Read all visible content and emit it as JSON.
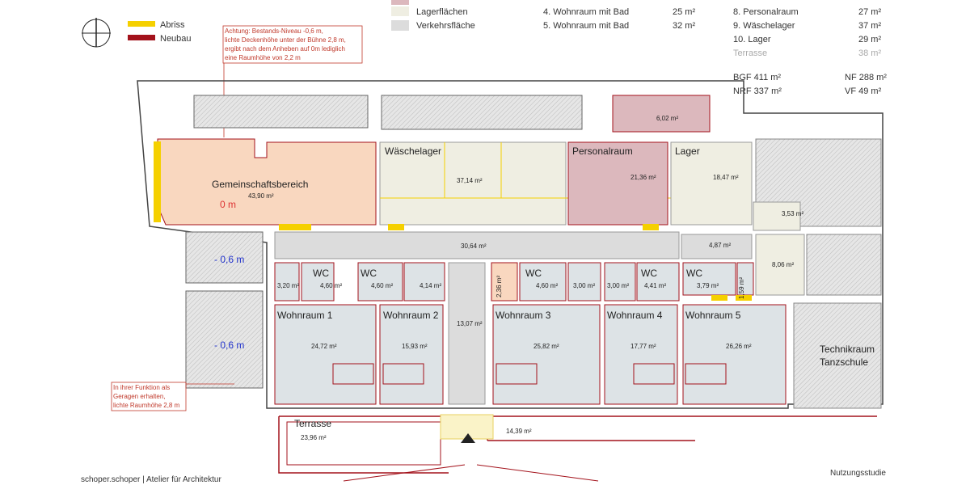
{
  "legend": {
    "abriss": "Abriss",
    "neubau": "Neubau",
    "abriss_color": "#f5d000",
    "neubau_color": "#a3121b",
    "categories": [
      {
        "label": "Lagerflächen",
        "color": "#efeee2"
      },
      {
        "label": "Verkehrsfläche",
        "color": "#dcdcdc"
      }
    ],
    "personal_color": "#dcb8bd"
  },
  "area_list": [
    {
      "label": "4. Wohnraum mit Bad",
      "value": "25 m²"
    },
    {
      "label": "5. Wohnraum mit Bad",
      "value": "32 m²"
    }
  ],
  "area_list2": [
    {
      "label": "8. Personalraum",
      "value": "27 m²"
    },
    {
      "label": "9. Wäschelager",
      "value": "37 m²"
    },
    {
      "label": "10. Lager",
      "value": "29 m²"
    },
    {
      "label": "Terrasse",
      "value": "38 m²"
    }
  ],
  "totals": {
    "bgf": "BGF 411 m²",
    "nf": "NF 288 m²",
    "nrf": "NRF 337 m²",
    "vf": "VF 49 m²"
  },
  "notes": {
    "top": [
      "Achtung: Bestands-Niveau -0,6 m,",
      "lichte Deckenhöhe unter der Bühne 2,8 m,",
      "ergibt nach dem Anheben auf 0m lediglich",
      "eine Raumhöhe von 2,2 m"
    ],
    "garage": [
      "In ihrer Funktion als",
      "Geragen erhalten,",
      "lichte Raumhöhe 2,8 m"
    ]
  },
  "rooms": {
    "gemeinschaft": {
      "name": "Gemeinschaftsbereich",
      "area": "43,90 m²",
      "level": "0 m"
    },
    "waesche": {
      "name": "Wäschelager",
      "area": "37,14 m²"
    },
    "personal": {
      "name": "Personalraum",
      "area": "21,36 m²"
    },
    "lager": {
      "name": "Lager",
      "area": "18,47 m²"
    },
    "wc_top": {
      "area": "6,02 m²"
    },
    "corridor": {
      "area": "30,64 m²"
    },
    "corridor2": {
      "area": "4,87 m²"
    },
    "r353": {
      "area": "3,53 m²"
    },
    "r806": {
      "area": "8,06 m²"
    },
    "central": {
      "area": "13,07 m²"
    },
    "garage_level1": "- 0,6 m",
    "garage_level2": "- 0,6 m",
    "small": [
      {
        "name": "",
        "area": "3,20 m²"
      },
      {
        "name": "WC",
        "area": "4,60 m²"
      },
      {
        "name": "WC",
        "area": "4,60 m²"
      },
      {
        "name": "",
        "area": "4,14 m²"
      },
      {
        "name": "",
        "area": "2,36 m²"
      },
      {
        "name": "WC",
        "area": "4,60 m²"
      },
      {
        "name": "",
        "area": "3,00 m²"
      },
      {
        "name": "",
        "area": "3,00 m²"
      },
      {
        "name": "WC",
        "area": "4,41 m²"
      },
      {
        "name": "WC",
        "area": "3,79 m²"
      },
      {
        "name": "",
        "area": "1,59 m²"
      }
    ],
    "wohn": [
      {
        "name": "Wohnraum 1",
        "area": "24,72 m²"
      },
      {
        "name": "Wohnraum 2",
        "area": "15,93 m²"
      },
      {
        "name": "Wohnraum 3",
        "area": "25,82 m²"
      },
      {
        "name": "Wohnraum 4",
        "area": "17,77 m²"
      },
      {
        "name": "Wohnraum 5",
        "area": "26,26 m²"
      }
    ],
    "technik": [
      "Technikraum",
      "Tanzschule"
    ],
    "terrasse": {
      "name": "Terrasse",
      "area": "23,96 m²"
    },
    "entrance": {
      "area": "14,39 m²"
    }
  },
  "footer": {
    "left": "schoper.schoper | Atelier für Architektur",
    "right": "Nutzungsstudie"
  }
}
